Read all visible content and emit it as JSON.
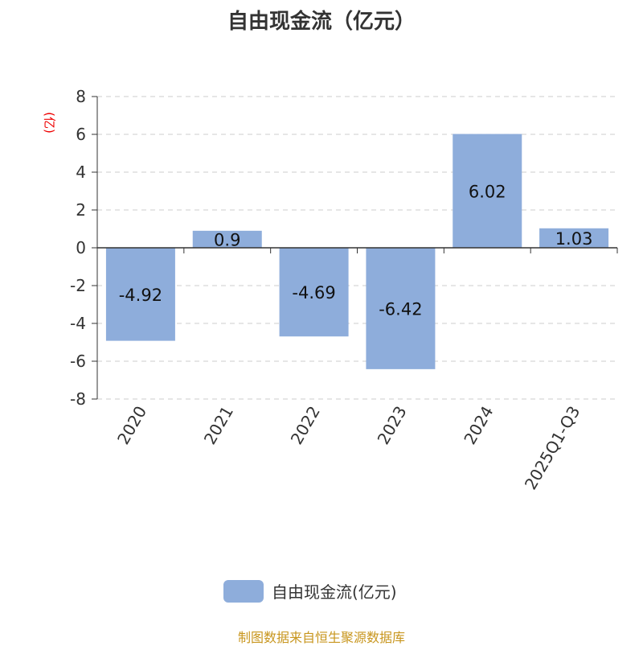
{
  "chart_data": {
    "type": "bar",
    "title": "自由现金流（亿元）",
    "ylabel": "(亿)",
    "xlabel": "",
    "categories": [
      "2020",
      "2021",
      "2022",
      "2023",
      "2024",
      "2025Q1-Q3"
    ],
    "series": [
      {
        "name": "自由现金流(亿元)",
        "values": [
          -4.92,
          0.9,
          -4.69,
          -6.42,
          6.02,
          1.03
        ],
        "color": "#8eaddb"
      }
    ],
    "ylim": [
      -8,
      8
    ],
    "yticks": [
      8,
      6,
      4,
      2,
      0,
      -2,
      -4,
      -6,
      -8
    ],
    "grid": true,
    "legend_position": "bottom"
  },
  "footer": "制图数据来自恒生聚源数据库"
}
